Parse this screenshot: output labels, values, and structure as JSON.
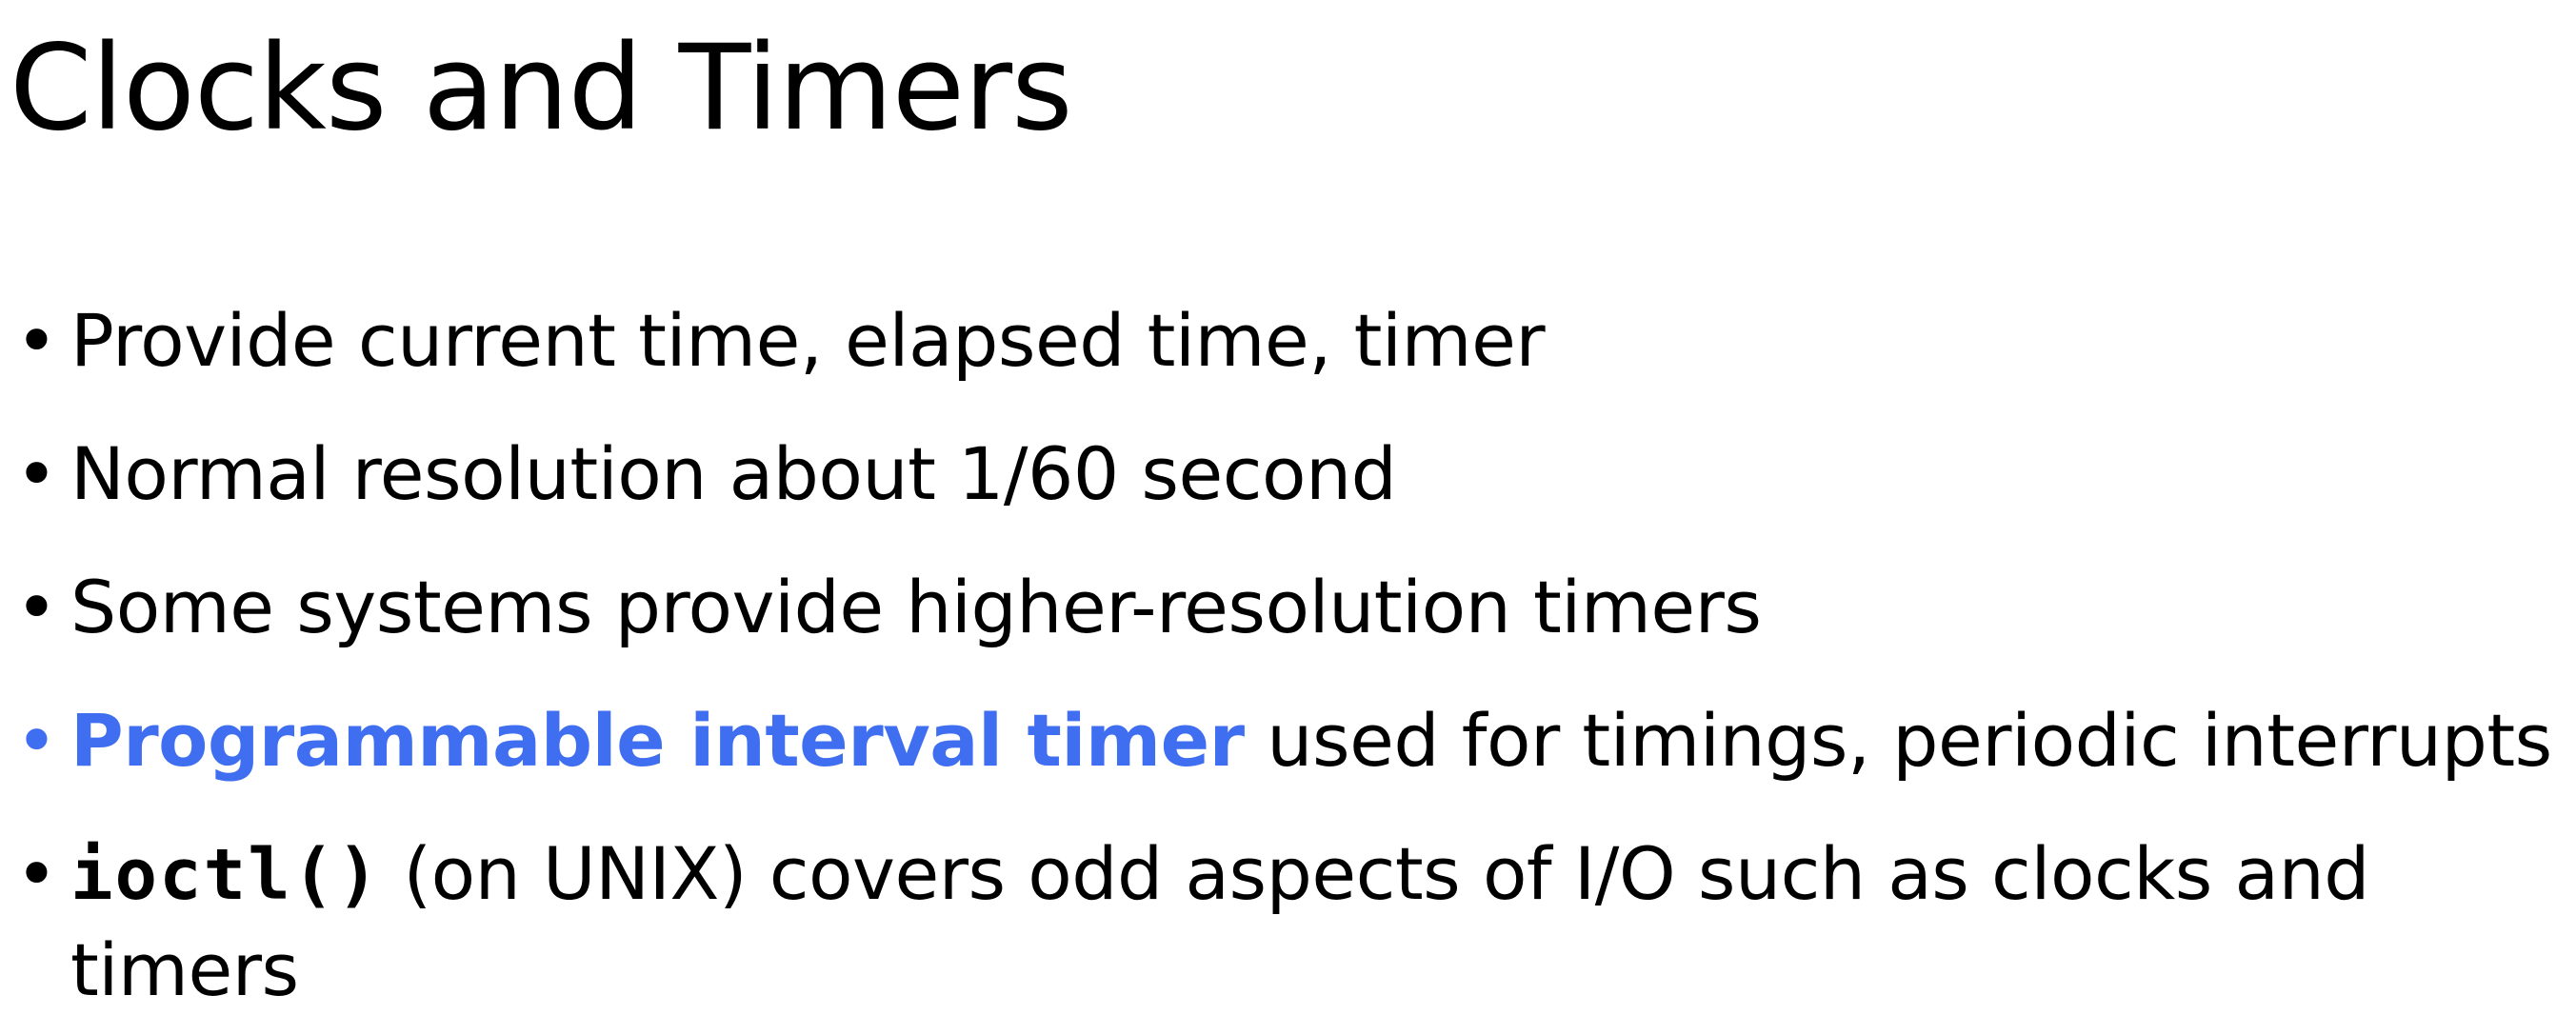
{
  "slide": {
    "title": "Clocks and Timers",
    "bullet_symbol": "•",
    "accent_color": "#3F6FF0",
    "bullets": [
      {
        "text": "Provide current time, elapsed time, timer"
      },
      {
        "text": "Normal resolution about 1/60 second"
      },
      {
        "text": "Some systems provide higher-resolution timers"
      },
      {
        "highlight": "Programmable interval timer",
        "text": " used for timings, periodic interrupts"
      },
      {
        "code": "ioctl()",
        "text": " (on UNIX) covers odd aspects of I/O such as clocks and timers"
      }
    ]
  }
}
